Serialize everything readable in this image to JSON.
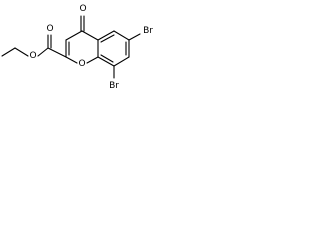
{
  "molecule": {
    "atoms": {
      "ketone_oxygen": "O",
      "ring_oxygen": "O",
      "ester_carbonyl_oxygen": "O",
      "ester_ether_oxygen": "O",
      "bromine_6": "Br",
      "bromine_8": "Br"
    }
  }
}
